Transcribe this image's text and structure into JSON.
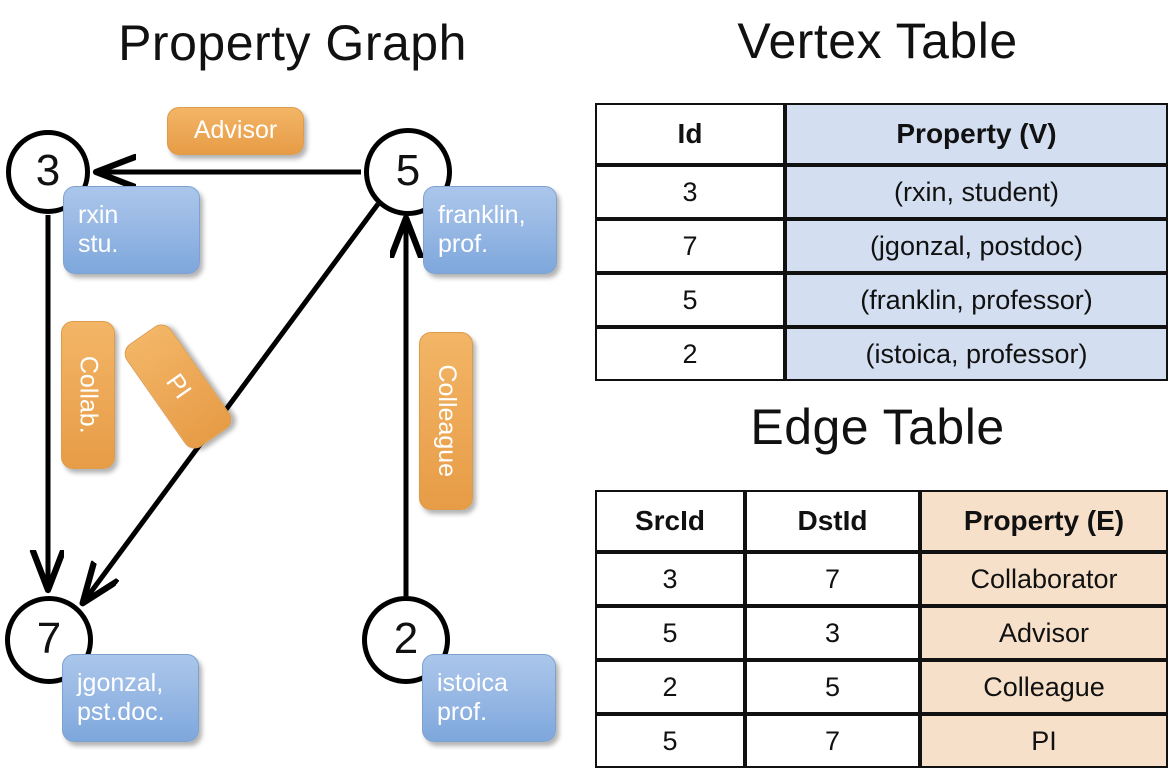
{
  "titles": {
    "graph": "Property Graph",
    "vertex_table": "Vertex Table",
    "edge_table": "Edge Table"
  },
  "colors": {
    "vertex_property_fill": "#d3dff0",
    "edge_property_fill": "#f6e0ca",
    "node_box_blue": "#9dbce6",
    "edge_label_orange": "#eeab5a",
    "stroke": "#111111",
    "label_text": "#ffffff"
  },
  "graph": {
    "nodes": [
      {
        "id": "3",
        "property_line1": "rxin",
        "property_line2": "stu."
      },
      {
        "id": "5",
        "property_line1": "franklin,",
        "property_line2": "prof."
      },
      {
        "id": "7",
        "property_line1": "jgonzal,",
        "property_line2": "pst.doc."
      },
      {
        "id": "2",
        "property_line1": "istoica",
        "property_line2": "prof."
      }
    ],
    "edge_labels": [
      {
        "name": "advisor",
        "text": "Advisor"
      },
      {
        "name": "collab",
        "text": "Collab."
      },
      {
        "name": "pi",
        "text": "PI"
      },
      {
        "name": "colleague",
        "text": "Colleague"
      }
    ],
    "edges": [
      {
        "from": "5",
        "to": "3",
        "label": "Advisor"
      },
      {
        "from": "3",
        "to": "7",
        "label": "Collab."
      },
      {
        "from": "5",
        "to": "7",
        "label": "PI"
      },
      {
        "from": "2",
        "to": "5",
        "label": "Colleague"
      }
    ]
  },
  "vertex_table": {
    "headers": [
      "Id",
      "Property (V)"
    ],
    "rows": [
      [
        "3",
        "(rxin, student)"
      ],
      [
        "7",
        "(jgonzal, postdoc)"
      ],
      [
        "5",
        "(franklin, professor)"
      ],
      [
        "2",
        "(istoica, professor)"
      ]
    ]
  },
  "edge_table": {
    "headers": [
      "SrcId",
      "DstId",
      "Property (E)"
    ],
    "rows": [
      [
        "3",
        "7",
        "Collaborator"
      ],
      [
        "5",
        "3",
        "Advisor"
      ],
      [
        "2",
        "5",
        "Colleague"
      ],
      [
        "5",
        "7",
        "PI"
      ]
    ]
  }
}
